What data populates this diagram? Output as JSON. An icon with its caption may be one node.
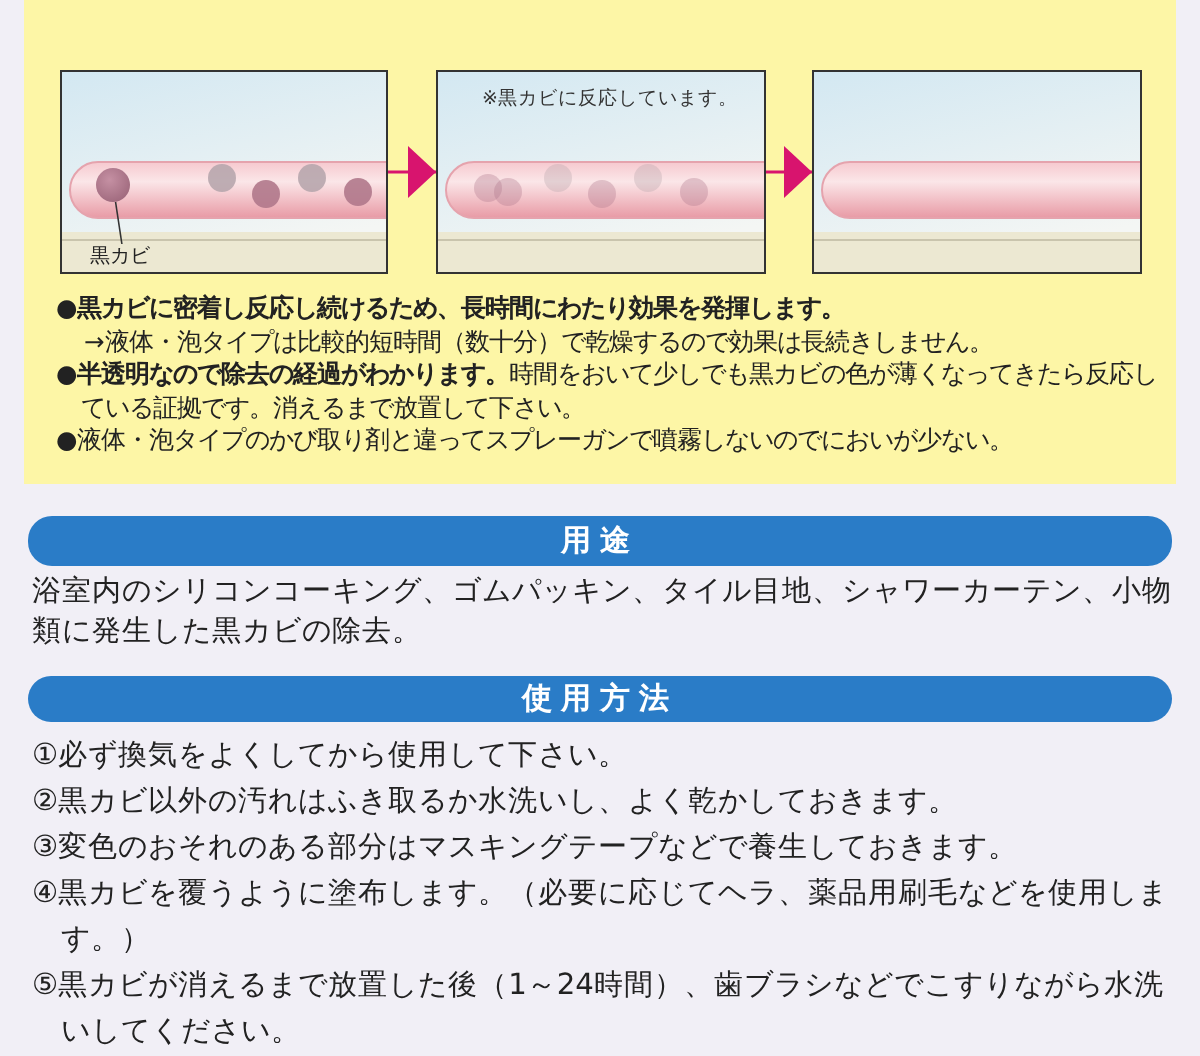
{
  "diagram": {
    "nodes": [
      {
        "text": [],
        "shape": "picture"
      },
      {
        "text": [
          "※黒カビに反応しています。"
        ]
      },
      {
        "text": [],
        "shape": "picture"
      },
      {
        "text": [
          "黒カビ"
        ],
        "in": 0
      },
      {
        "text": [],
        "shape": "picture",
        "in": 0
      },
      {
        "text": [
          "用途"
        ]
      },
      {
        "text": [
          "使用方法"
        ]
      }
    ],
    "edges": [
      {
        "from": 0,
        "to": 1,
        "arrow": "to"
      },
      {
        "from": 1,
        "to": 2,
        "arrow": "to"
      },
      {
        "from": 3,
        "to": 4,
        "arrow": "none",
        "color": "#333333"
      }
    ],
    "labels": [
      "●黒カビに密着し反応し続けるため、長時間にわたり効果を発揮します。",
      "→液体・泡タイプは比較的短時間（数十分）で乾燥するので効果は長続きしません。",
      "●**半透明なので除去の経過がわかります。**時間をおいて少しでも黒カビの色が薄くなってきたら反応している証拠です。消えるまで放置して下さい。",
      "●液体・泡タイプのかび取り剤と違ってスプレーガンで噴霧しないのでにおいが少ない。",
      "浴室内のシリコンコーキング、ゴムパッキン、タイル目地、シャワーカーテン、小物類に発生した黒カビの除去。",
      "①必ず換気をよくしてから使用して下さい。",
      "②黒カビ以外の汚れはふき取るか水洗いし、よく乾かしておきます。",
      "③変色のおそれのある部分はマスキングテープなどで養生しておきます。",
      "④黒カビを覆うように塗布します。（必要に応じてヘラ、薬品用刷毛などを使用します。）",
      "⑤黒カビが消えるまで放置した後（1～24時間）、歯ブラシなどでこすりながら水洗いしてください。"
    ]
  }
}
